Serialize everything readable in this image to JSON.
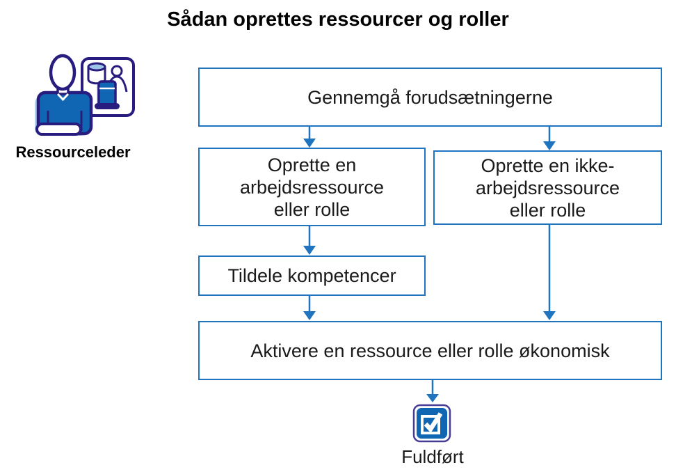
{
  "title": "Sådan oprettes ressourcer og roller",
  "actor": {
    "label": "Ressourceleder",
    "icon": "resource-manager-icon"
  },
  "flowchart": {
    "steps": [
      {
        "id": "prerequisites",
        "label": "Gennemgå forudsætningerne"
      },
      {
        "id": "create-work-resource",
        "label": "Oprette en arbejdsressource eller rolle"
      },
      {
        "id": "create-non-work-resource",
        "label": "Oprette en ikke-arbejdsressource eller rolle"
      },
      {
        "id": "assign-competencies",
        "label": "Tildele kompetencer"
      },
      {
        "id": "activate-financially",
        "label": "Aktivere en ressource eller rolle økonomisk"
      }
    ],
    "edges": [
      {
        "from": "prerequisites",
        "to": "create-work-resource"
      },
      {
        "from": "prerequisites",
        "to": "create-non-work-resource"
      },
      {
        "from": "create-work-resource",
        "to": "assign-competencies"
      },
      {
        "from": "assign-competencies",
        "to": "activate-financially"
      },
      {
        "from": "create-non-work-resource",
        "to": "activate-financially"
      },
      {
        "from": "activate-financially",
        "to": "completed"
      }
    ],
    "end": {
      "id": "completed",
      "label": "Fuldført",
      "icon": "checkbox-checked-icon"
    }
  },
  "colors": {
    "box_border": "#1F73BF",
    "arrow": "#1F73BF",
    "icon_navy": "#281D7F",
    "icon_blue": "#1166B4",
    "icon_light_blue": "#9DC3E6",
    "checkbox_border": "#473D94",
    "text": "#1A1A1A"
  }
}
